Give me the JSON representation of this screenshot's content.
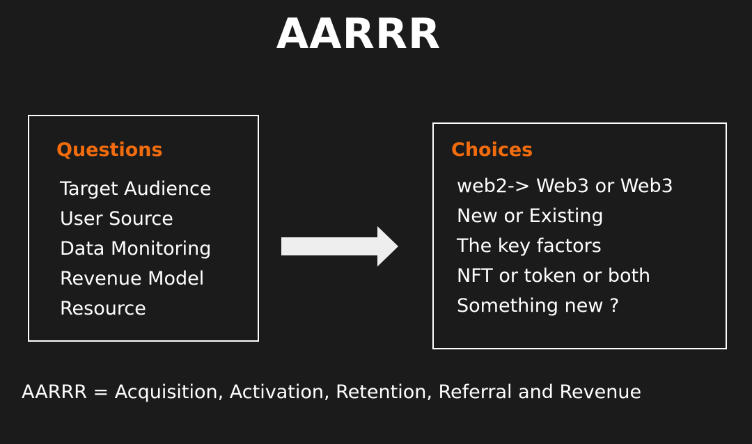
{
  "title": "AARRR",
  "questions": {
    "heading": "Questions",
    "items": [
      "Target Audience",
      "User Source",
      "Data Monitoring",
      "Revenue Model",
      "Resource"
    ]
  },
  "choices": {
    "heading": "Choices",
    "items": [
      "web2-> Web3 or Web3",
      "New or Existing",
      "The key factors",
      "NFT or token or both",
      "Something new ?"
    ]
  },
  "footer": "AARRR = Acquisition, Activation, Retention, Referral and Revenue",
  "colors": {
    "background": "#1c1b1c",
    "heading_accent": "#f26c0d",
    "arrow": "#eeeeee",
    "text": "#ffffff"
  }
}
